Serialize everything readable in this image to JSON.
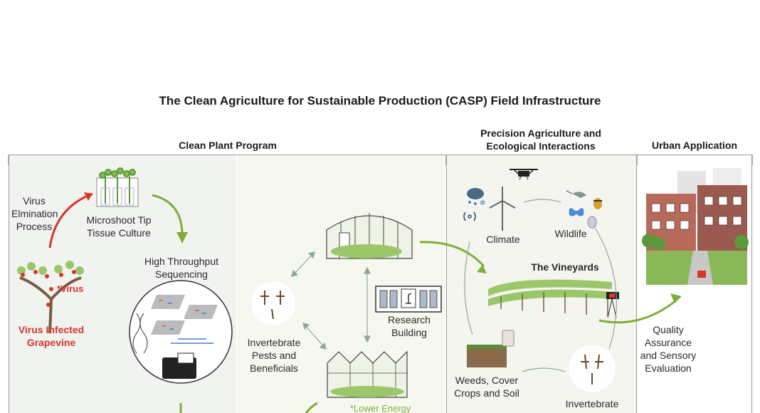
{
  "title": "The Clean Agriculture for Sustainable Production (CASP) Field Infrastructure",
  "sections": {
    "clean_plant": "Clean Plant Program",
    "precision": "Precision Agriculture and Ecological Interactions",
    "urban": "Urban Application"
  },
  "labels": {
    "virus_elimination": "Virus Elmination Process",
    "microshoot": "Microshoot Tip Tissue Culture",
    "sequencing": "High Throughput Sequencing",
    "virus_tag": "*Virus",
    "infected": "Virus Infected Grapevine",
    "invertebrate_pests": "Invertebrate Pests and Beneficials",
    "research_building": "Research Building",
    "lower_energy": "*Lower Energy",
    "climate": "Climate",
    "wildlife": "Wildlife",
    "vineyards": "The Vineyards",
    "weeds": "Weeds, Cover Crops and Soil",
    "invertebrate_right": "Invertebrate",
    "quality": "Quality Assurance and Sensory Evaluation"
  },
  "colors": {
    "panel_left": "#f1f3f0",
    "panel_mid": "#f6f7ef",
    "panel_right": "#f4f5ee",
    "border": "#9a9a9a",
    "accent_green": "#7fae3a",
    "accent_red": "#d8342a",
    "arrow_grey": "#8fa89a"
  },
  "icons": [
    "greenhouse-icon",
    "drone-icon",
    "weather-icon",
    "wind-turbine-icon",
    "butterfly-icon",
    "bird-icon",
    "insect-icon",
    "dna-icon",
    "sequencer-icon",
    "building-icon",
    "soil-icon",
    "camera-icon",
    "houses-icon"
  ]
}
